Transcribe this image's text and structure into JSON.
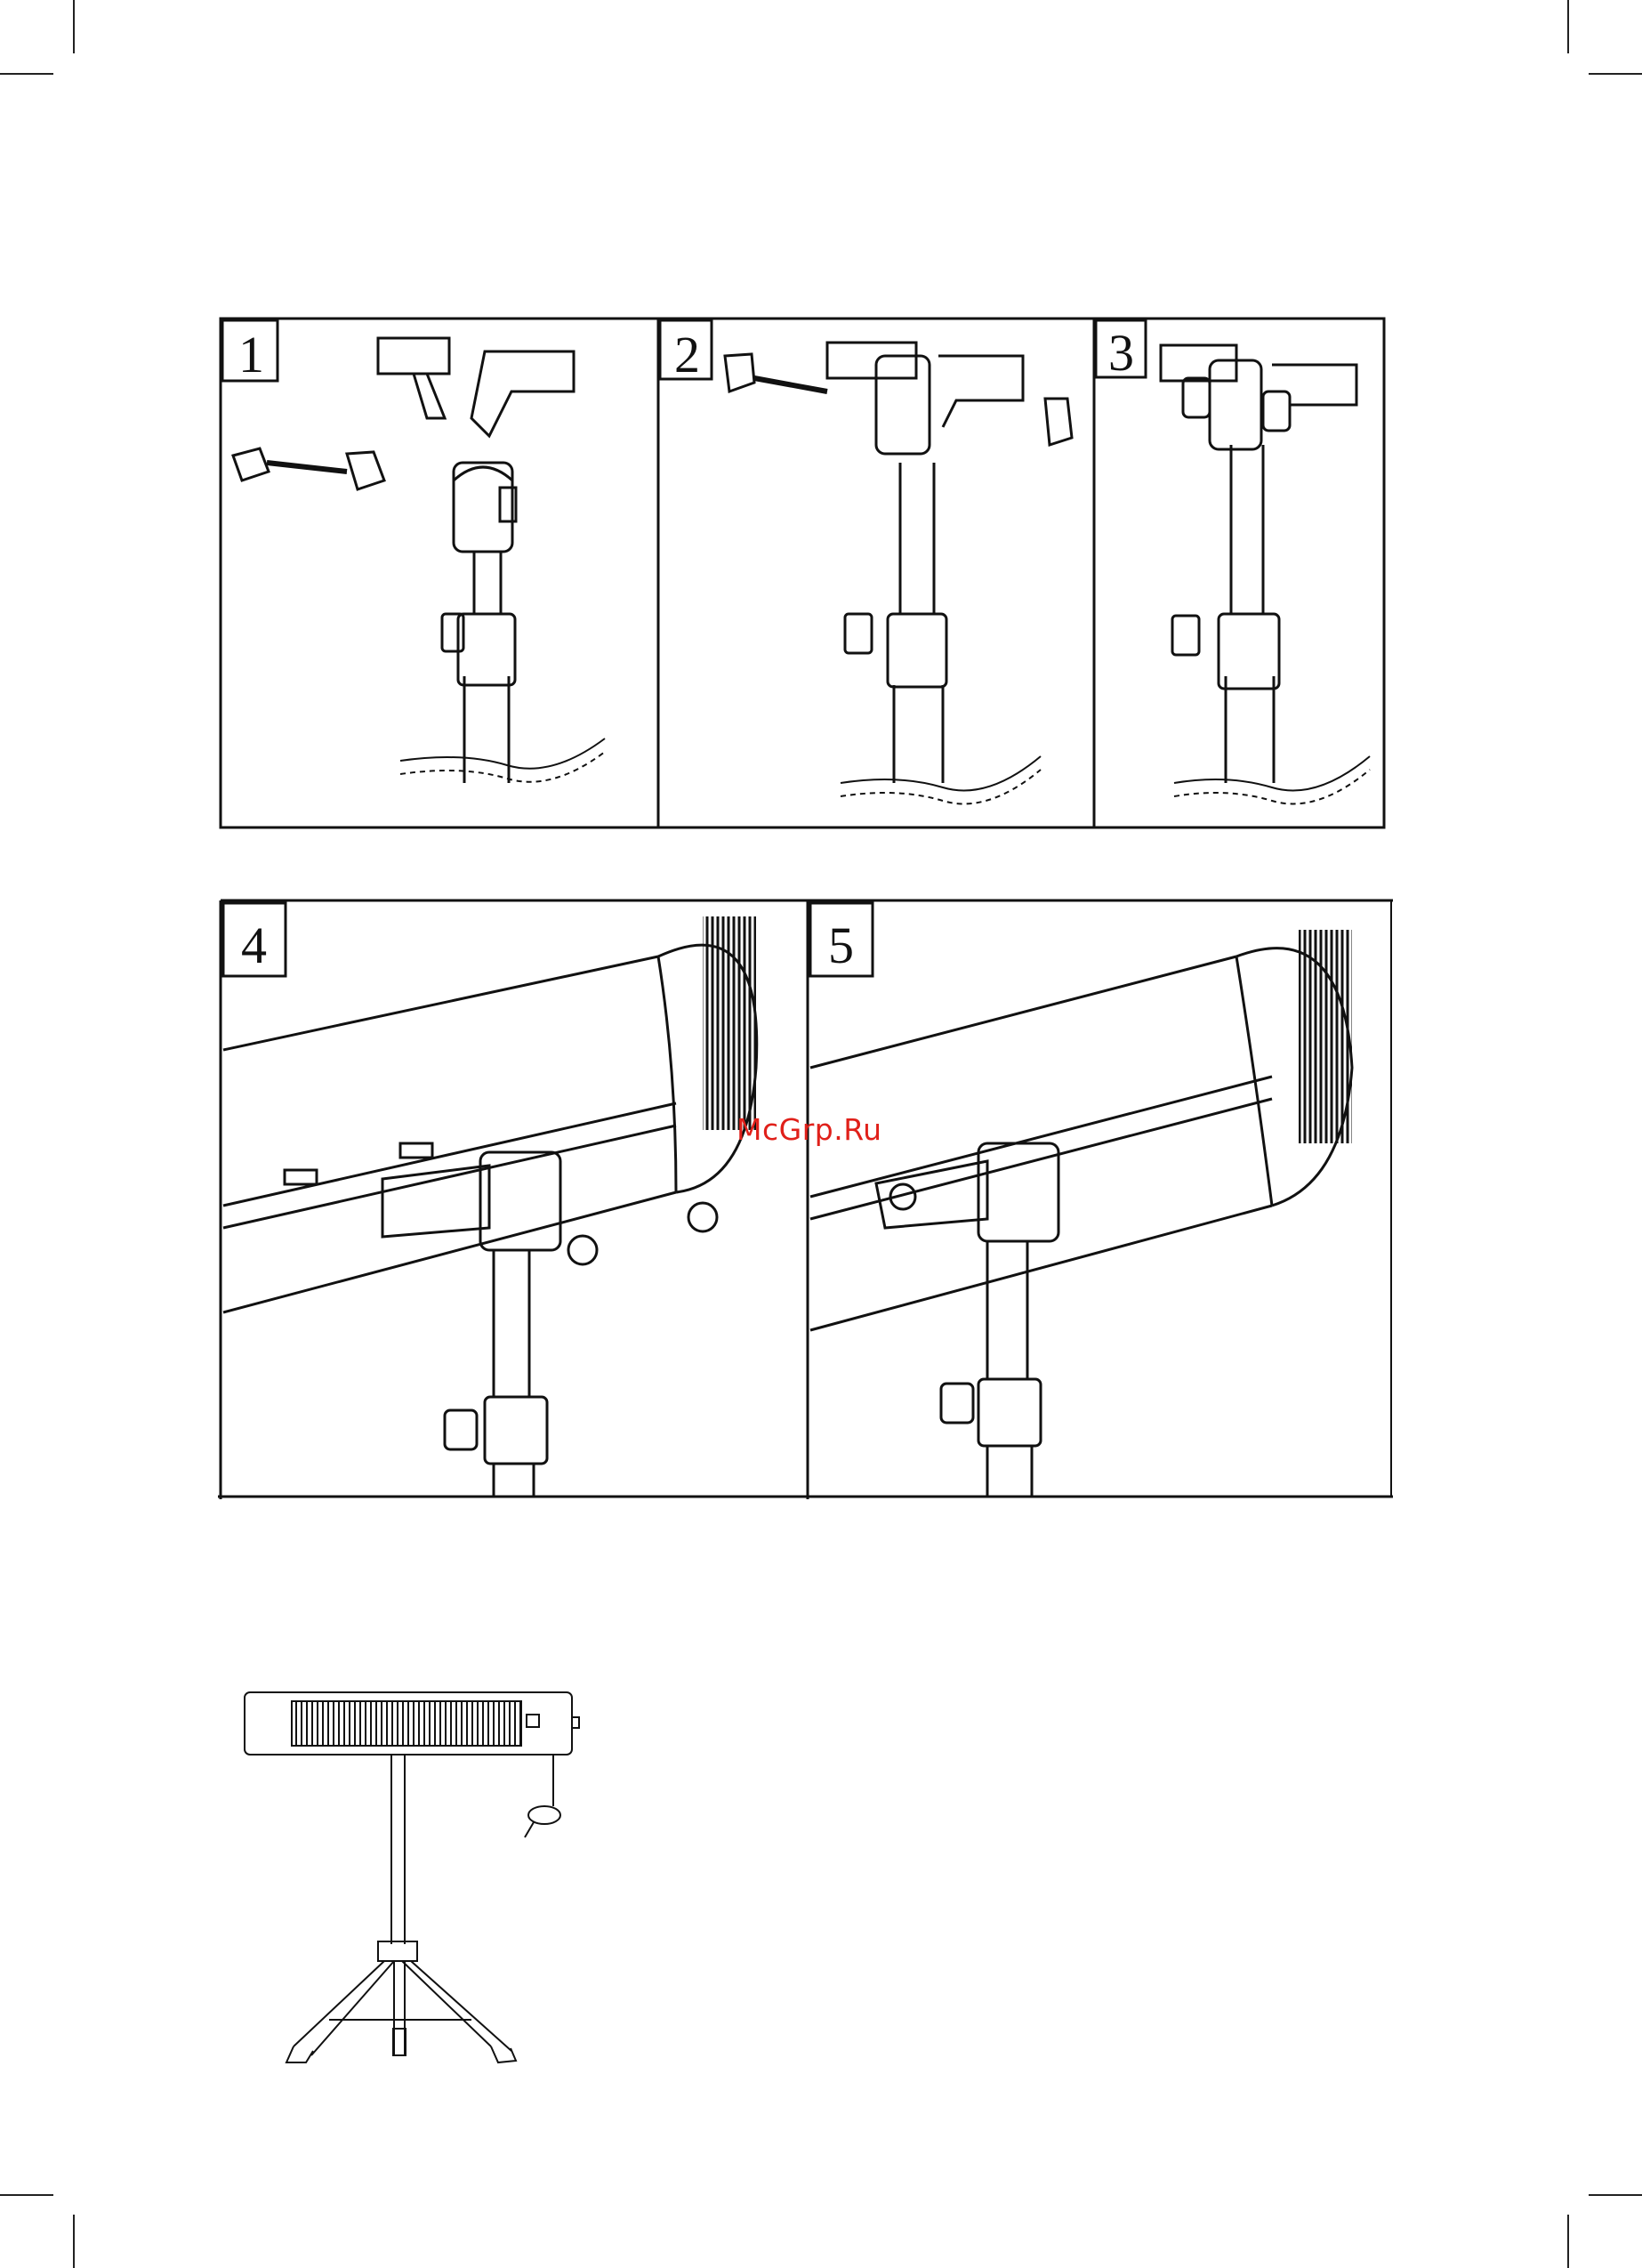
{
  "steps": [
    "1",
    "2",
    "3",
    "4",
    "5"
  ],
  "watermark": "McGrp.Ru",
  "colors": {
    "line": "#111111",
    "watermark": "#e0201a",
    "background": "#ffffff"
  }
}
